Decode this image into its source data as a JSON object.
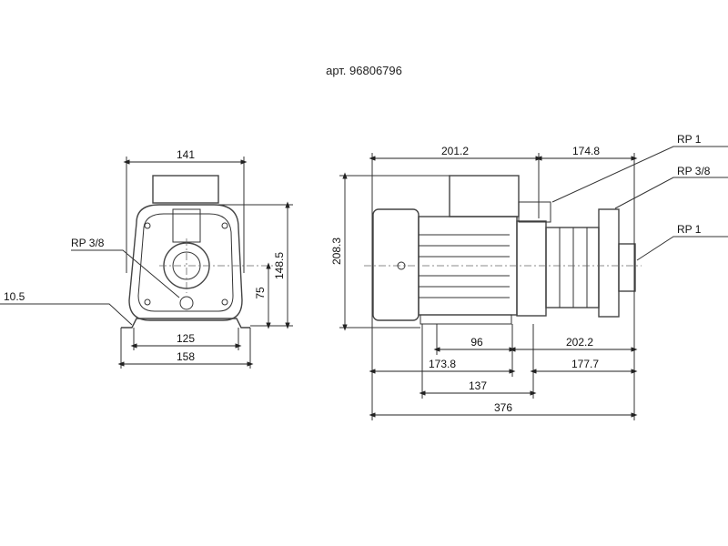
{
  "title": "арт. 96806796",
  "front_view": {
    "width_top": "141",
    "height_total": "148.5",
    "height_axis": "75",
    "foot_holes": "125",
    "foot_width": "158",
    "hole_dia": "10.5",
    "drain_label": "RP 3/8"
  },
  "side_view": {
    "motor_length": "201.2",
    "pump_length": "174.8",
    "height": "208.3",
    "dim_96": "96",
    "dim_202_2": "202.2",
    "dim_173_8": "173.8",
    "dim_177_7": "177.7",
    "dim_137": "137",
    "total_length": "376",
    "inlet_label": "RP 1",
    "vent_label": "RP 3/8",
    "outlet_label": "RP 1"
  }
}
